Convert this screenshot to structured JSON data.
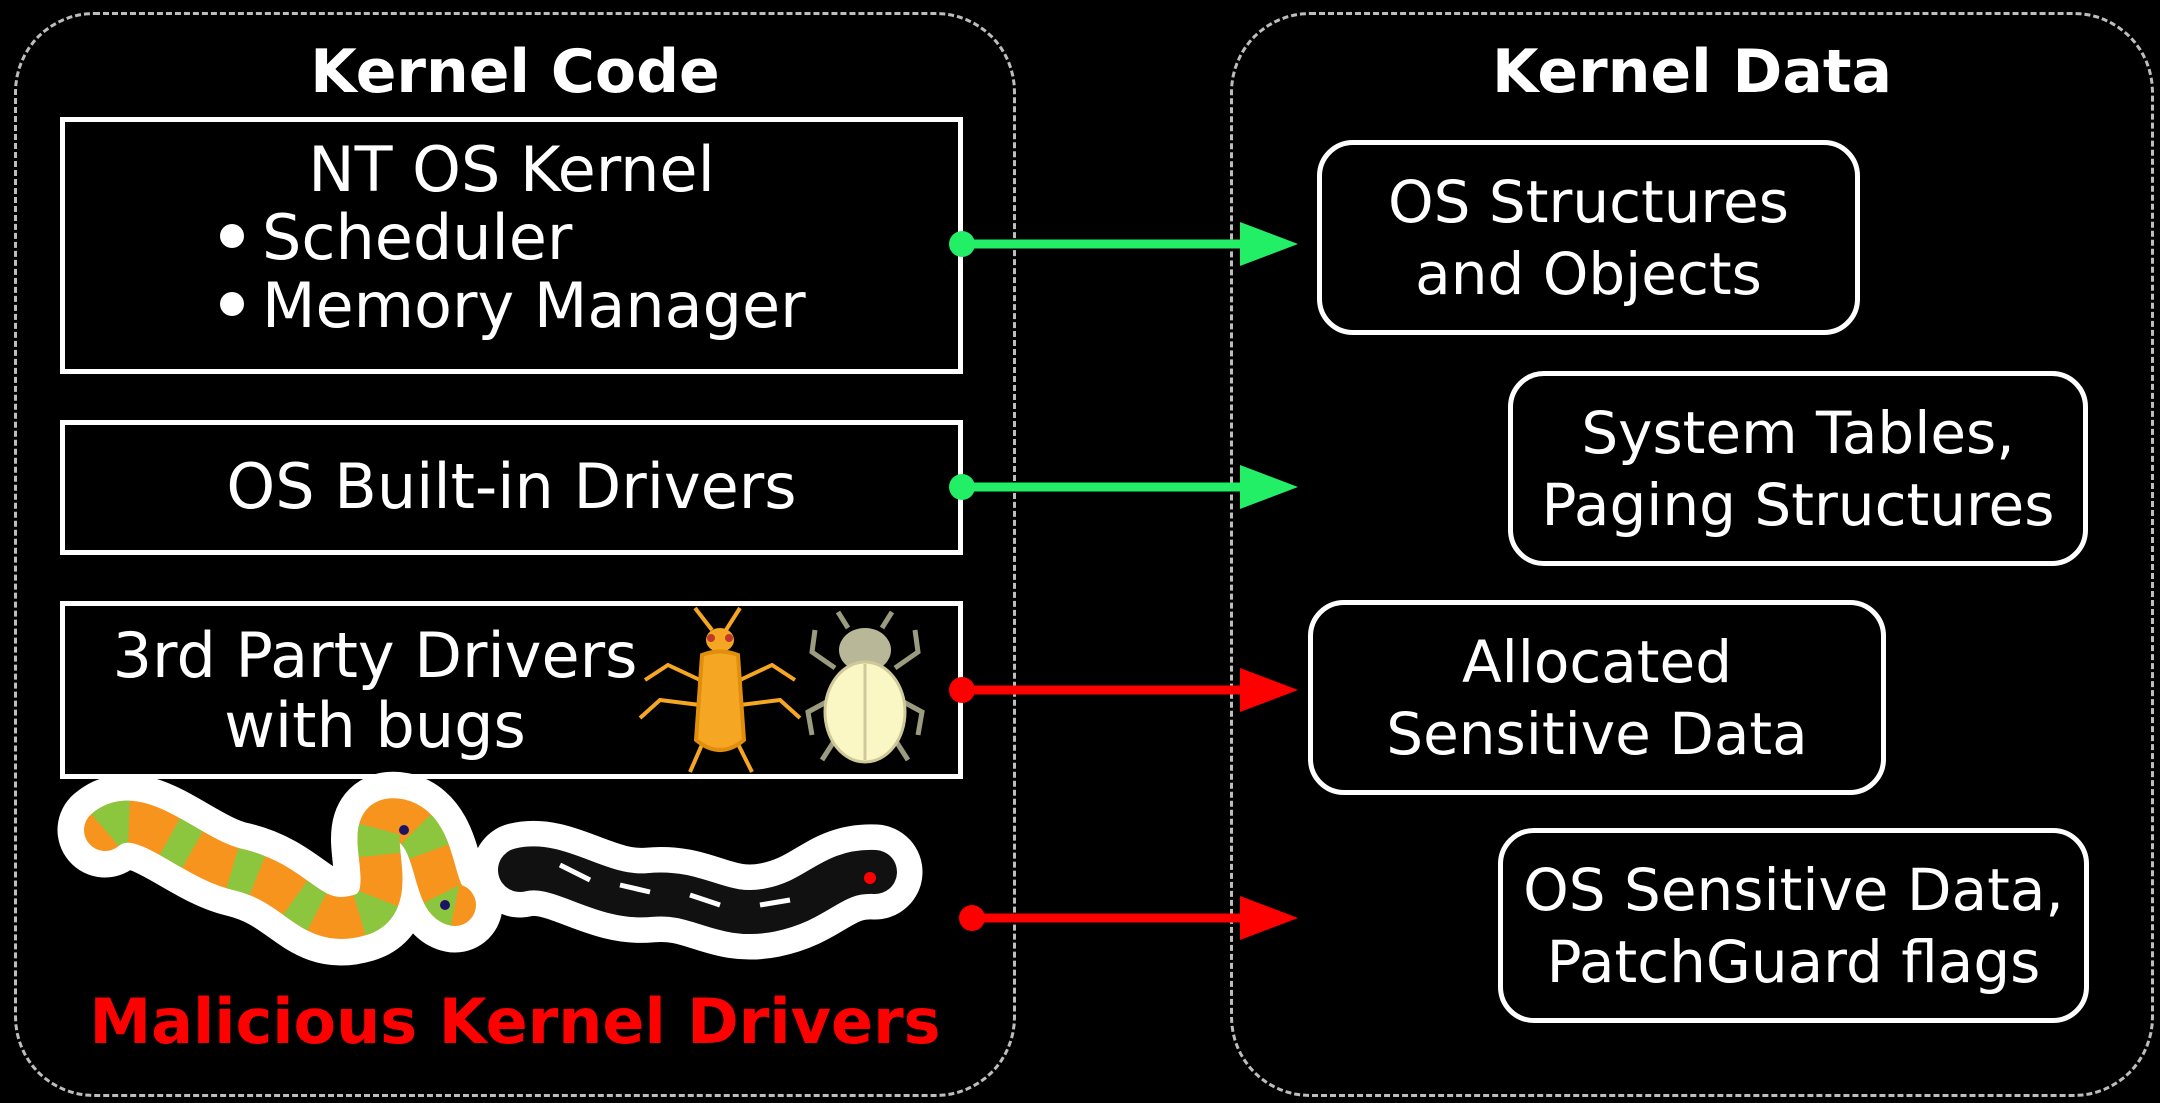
{
  "left_panel": {
    "title": "Kernel Code",
    "kernel_box": {
      "title": "NT OS Kernel",
      "bullets": [
        "Scheduler",
        "Memory Manager"
      ]
    },
    "builtin_drivers": "OS Built-in Drivers",
    "third_party": {
      "line1": "3rd Party Drivers",
      "line2": "with bugs"
    },
    "malicious_label": "Malicious Kernel Drivers"
  },
  "right_panel": {
    "title": "Kernel Data",
    "boxes": [
      {
        "line1": "OS Structures",
        "line2": "and Objects"
      },
      {
        "line1": "System Tables,",
        "line2": "Paging Structures"
      },
      {
        "line1": "Allocated",
        "line2": "Sensitive Data"
      },
      {
        "line1": "OS Sensitive Data,",
        "line2": "PatchGuard flags"
      }
    ]
  },
  "colors": {
    "allowed_arrow": "#22ee66",
    "malicious_arrow": "#ff0000",
    "malicious_text": "#ff0000"
  },
  "icons": [
    "grasshopper-icon",
    "beetle-icon",
    "colorful-worm-icon",
    "black-worm-icon"
  ]
}
